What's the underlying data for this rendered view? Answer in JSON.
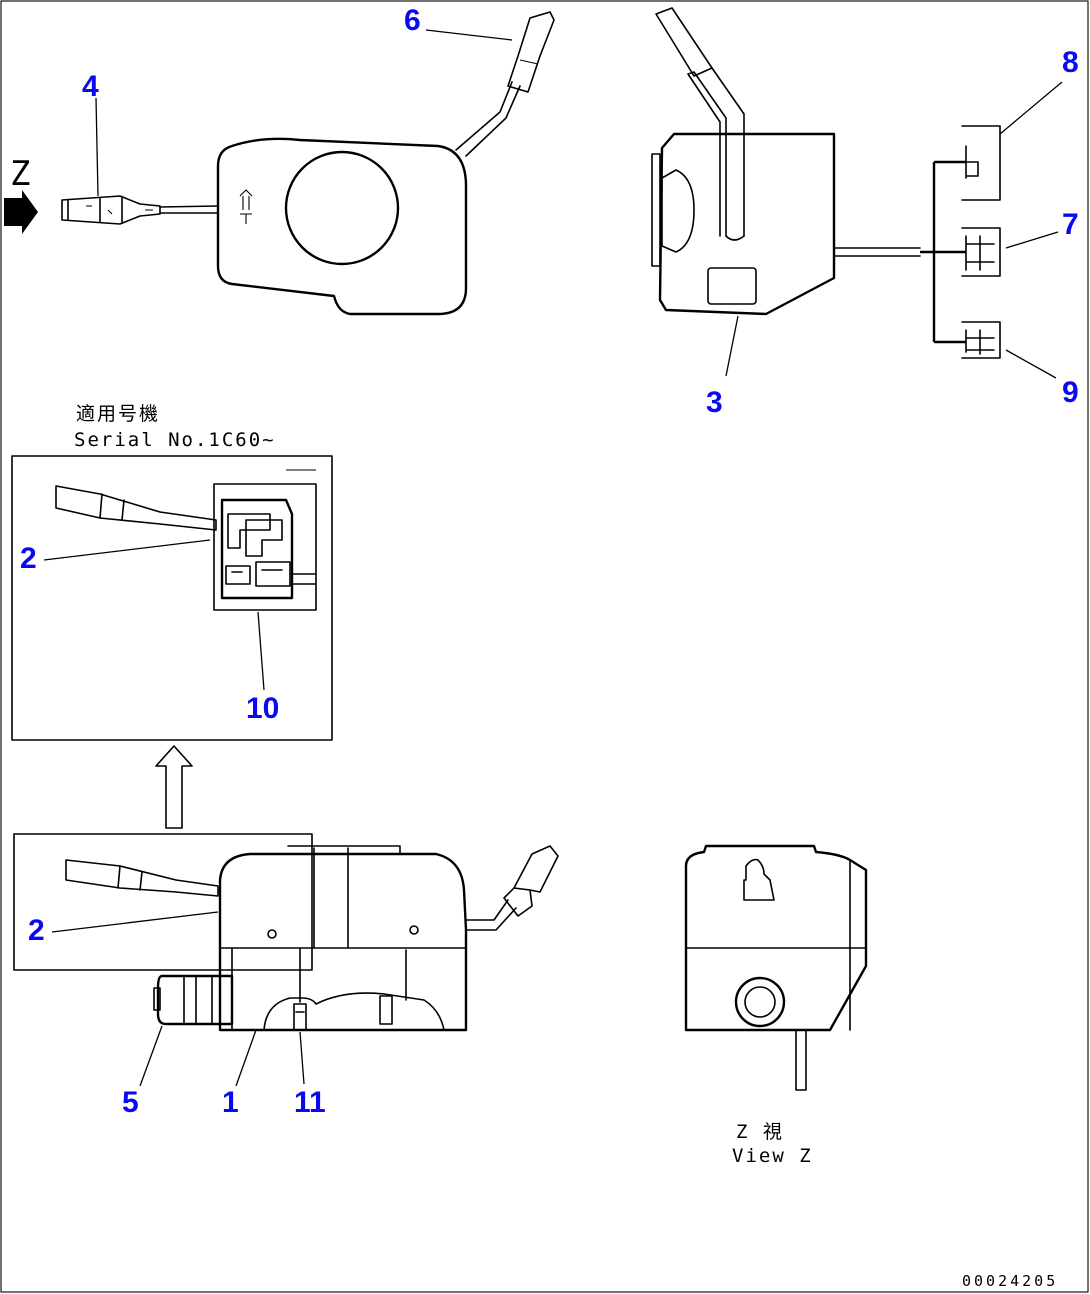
{
  "callouts": {
    "c1": "1",
    "c2a": "2",
    "c2b": "2",
    "c3": "3",
    "c4": "4",
    "c5": "5",
    "c6": "6",
    "c7": "7",
    "c8": "8",
    "c9": "9",
    "c10": "10",
    "c11": "11"
  },
  "serial_note": {
    "line1": "適用号機",
    "line2": "Serial No.1C60~"
  },
  "view_label": {
    "line1": "Z  視",
    "line2": "View Z"
  },
  "z_arrow_label": "Z",
  "document_id": "00024205"
}
